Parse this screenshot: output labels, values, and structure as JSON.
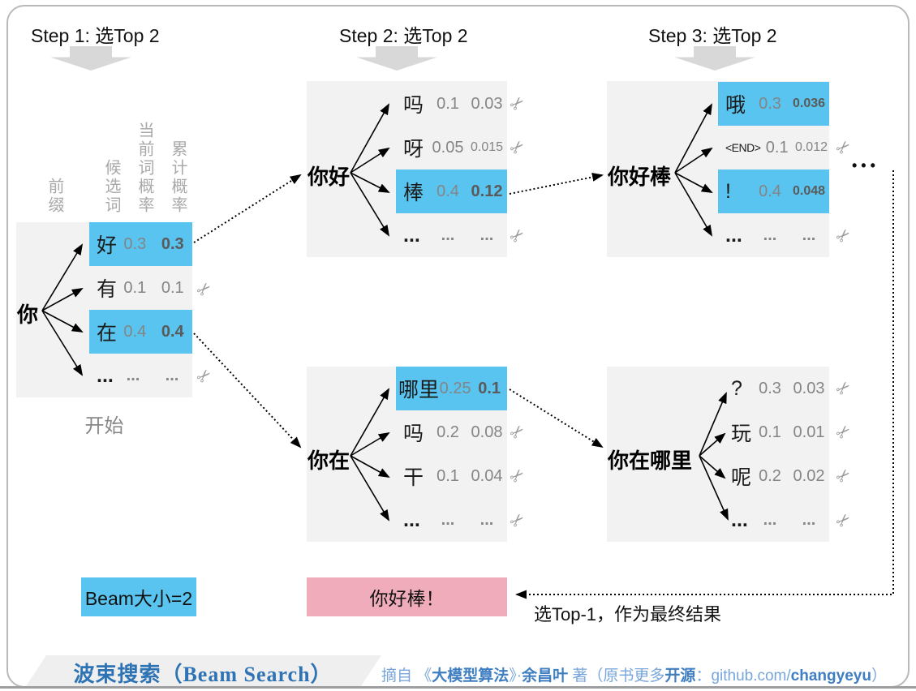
{
  "steps": [
    {
      "label": "Step 1: 选Top 2"
    },
    {
      "label": "Step 2: 选Top 2"
    },
    {
      "label": "Step 3: 选Top 2"
    }
  ],
  "column_headers": {
    "prefix": "前缀",
    "candidate": "候选词",
    "current_prob": "当前词概率",
    "cumulative_prob": "累计概率"
  },
  "icons": {
    "scissors": "✂",
    "down_arrow": "fat-down-arrow"
  },
  "colors": {
    "highlight_blue": "#59c4ef",
    "panel_gray": "#f2f2f2",
    "result_pink": "#f0acba",
    "footer_blue": "#2e74b5",
    "attribution_blue": "#78a6da"
  },
  "panels": {
    "step1": {
      "root": "你",
      "caption": "开始",
      "rows": [
        {
          "word": "好",
          "p1": "0.3",
          "p2": "0.3",
          "selected": true,
          "cut": false
        },
        {
          "word": "有",
          "p1": "0.1",
          "p2": "0.1",
          "selected": false,
          "cut": true
        },
        {
          "word": "在",
          "p1": "0.4",
          "p2": "0.4",
          "selected": true,
          "cut": false
        },
        {
          "word": "...",
          "p1": "...",
          "p2": "...",
          "selected": false,
          "cut": true
        }
      ]
    },
    "step2_top": {
      "root": "你好",
      "rows": [
        {
          "word": "吗",
          "p1": "0.1",
          "p2": "0.03",
          "selected": false,
          "cut": true
        },
        {
          "word": "呀",
          "p1": "0.05",
          "p2": "0.015",
          "selected": false,
          "cut": true
        },
        {
          "word": "棒",
          "p1": "0.4",
          "p2": "0.12",
          "selected": true,
          "cut": false
        },
        {
          "word": "...",
          "p1": "...",
          "p2": "...",
          "selected": false,
          "cut": true
        }
      ]
    },
    "step2_bottom": {
      "root": "你在",
      "rows": [
        {
          "word": "哪里",
          "p1": "0.25",
          "p2": "0.1",
          "selected": true,
          "cut": false
        },
        {
          "word": "吗",
          "p1": "0.2",
          "p2": "0.08",
          "selected": false,
          "cut": true
        },
        {
          "word": "干",
          "p1": "0.1",
          "p2": "0.04",
          "selected": false,
          "cut": true
        },
        {
          "word": "...",
          "p1": "...",
          "p2": "...",
          "selected": false,
          "cut": true
        }
      ]
    },
    "step3_top": {
      "root": "你好棒",
      "more_ellipsis": "•••",
      "rows": [
        {
          "word": "哦",
          "p1": "0.3",
          "p2": "0.036",
          "selected": true,
          "cut": false
        },
        {
          "word": "<END>",
          "p1": "0.1",
          "p2": "0.012",
          "selected": false,
          "cut": true
        },
        {
          "word": "!",
          "p1": "0.4",
          "p2": "0.048",
          "selected": true,
          "cut": false
        },
        {
          "word": "...",
          "p1": "...",
          "p2": "...",
          "selected": false,
          "cut": true
        }
      ]
    },
    "step3_bottom": {
      "root": "你在哪里",
      "rows": [
        {
          "word": "?",
          "p1": "0.3",
          "p2": "0.03",
          "selected": false,
          "cut": true
        },
        {
          "word": "玩",
          "p1": "0.1",
          "p2": "0.01",
          "selected": false,
          "cut": true
        },
        {
          "word": "呢",
          "p1": "0.2",
          "p2": "0.02",
          "selected": false,
          "cut": true
        },
        {
          "word": "...",
          "p1": "...",
          "p2": "...",
          "selected": false,
          "cut": true
        }
      ]
    }
  },
  "legend": {
    "beam_size": "Beam大小=2"
  },
  "result": {
    "text": "你好棒！",
    "note": "选Top-1，作为最终结果"
  },
  "footer": {
    "title": "波束搜索（Beam Search）",
    "attribution": [
      {
        "text": "摘自 《",
        "bold": false
      },
      {
        "text": "大模型算法",
        "bold": true
      },
      {
        "text": "》·",
        "bold": false
      },
      {
        "text": "余昌叶",
        "bold": true
      },
      {
        "text": " 著（原书更多",
        "bold": false
      },
      {
        "text": "开源",
        "bold": true
      },
      {
        "text": "：github.com/",
        "bold": false
      },
      {
        "text": "changyeyu",
        "bold": true
      },
      {
        "text": "）",
        "bold": false
      }
    ]
  }
}
